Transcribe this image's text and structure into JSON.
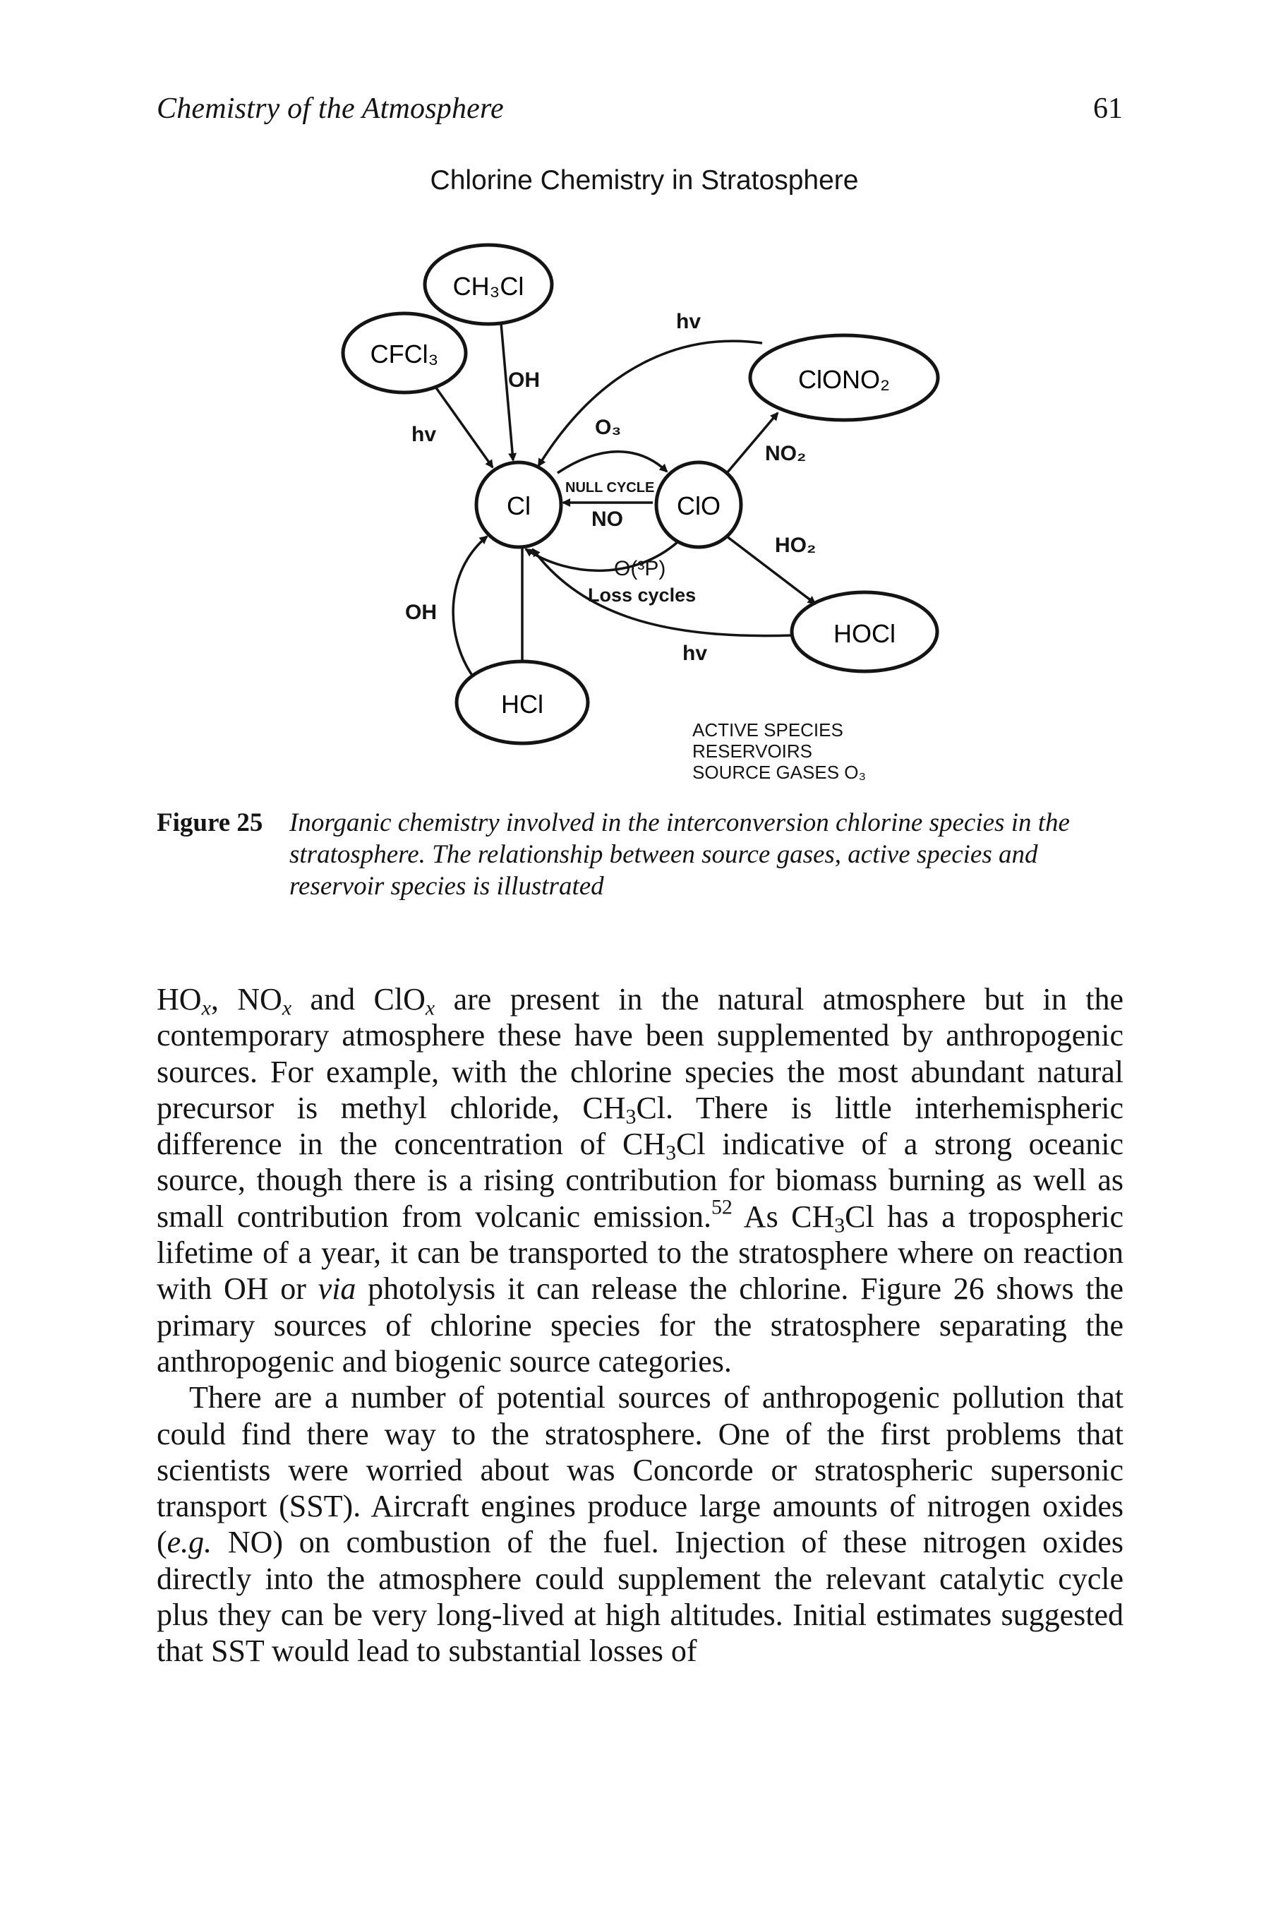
{
  "header": {
    "running_title": "Chemistry of the Atmosphere",
    "page_number": "61"
  },
  "figure": {
    "title": "Chlorine Chemistry in Stratosphere",
    "nodes": {
      "ch3cl": "CH₃Cl",
      "cfcl3": "CFCl₃",
      "cl": "Cl",
      "clo": "ClO",
      "clono2": "ClONO₂",
      "hocl": "HOCl",
      "hcl": "HCl"
    },
    "labels": {
      "hv_top": "hv",
      "oh_upper": "OH",
      "hv_left": "hv",
      "o3": "O₃",
      "null_cycle": "NULL CYCLE",
      "no": "NO",
      "no2": "NO₂",
      "ho2": "HO₂",
      "o3p": "O(³P)",
      "loss_cycles": "Loss cycles",
      "hv_bottom": "hv",
      "oh_lower": "OH"
    },
    "legend": [
      "ACTIVE SPECIES",
      "RESERVOIRS",
      "SOURCE GASES O₃"
    ]
  },
  "caption": {
    "label": "Figure 25",
    "text": "Inorganic chemistry involved in the interconversion chlorine species in the stratosphere. The relationship between source gases, active species and reservoir species is illustrated"
  },
  "body": {
    "p1_a": "HO",
    "p1_x1": "x",
    "p1_b": ", NO",
    "p1_x2": "x",
    "p1_c": " and ClO",
    "p1_x3": "x",
    "p1_d": " are present in the natural atmosphere but in the contemporary atmosphere these have been supplemented by anthropogenic sources. For example, with the chlorine species the most abundant natural precursor is methyl chloride, CH",
    "p1_sub1": "3",
    "p1_e": "Cl. There is little interhemispheric difference in the concentration of CH",
    "p1_sub2": "3",
    "p1_f": "Cl indicative of a strong oceanic source, though there is a rising contribution for biomass burning as well as small contribution from volcanic emission.",
    "p1_ref": "52",
    "p1_g": " As CH",
    "p1_sub3": "3",
    "p1_h": "Cl has a tropospheric lifetime of a year, it can be transported to the stratosphere where on reaction with OH or ",
    "p1_via": "via",
    "p1_i": " photolysis it can release the chlorine. Figure 26 shows the primary sources of chlorine species for the stratosphere separating the anthropogenic and biogenic source categories.",
    "p2_a": "There are a number of potential sources of anthropogenic pollution that could find there way to the stratosphere. One of the first problems that scientists were worried about was Concorde or stratospheric supersonic transport (SST). Aircraft engines produce large amounts of nitrogen oxides (",
    "p2_eg": "e.g.",
    "p2_b": " NO) on combustion of the fuel. Injection of these nitrogen oxides directly into the atmosphere could supplement the relevant catalytic cycle plus they can be very long-lived at high altitudes. Initial estimates suggested that SST would lead to substantial losses of"
  }
}
